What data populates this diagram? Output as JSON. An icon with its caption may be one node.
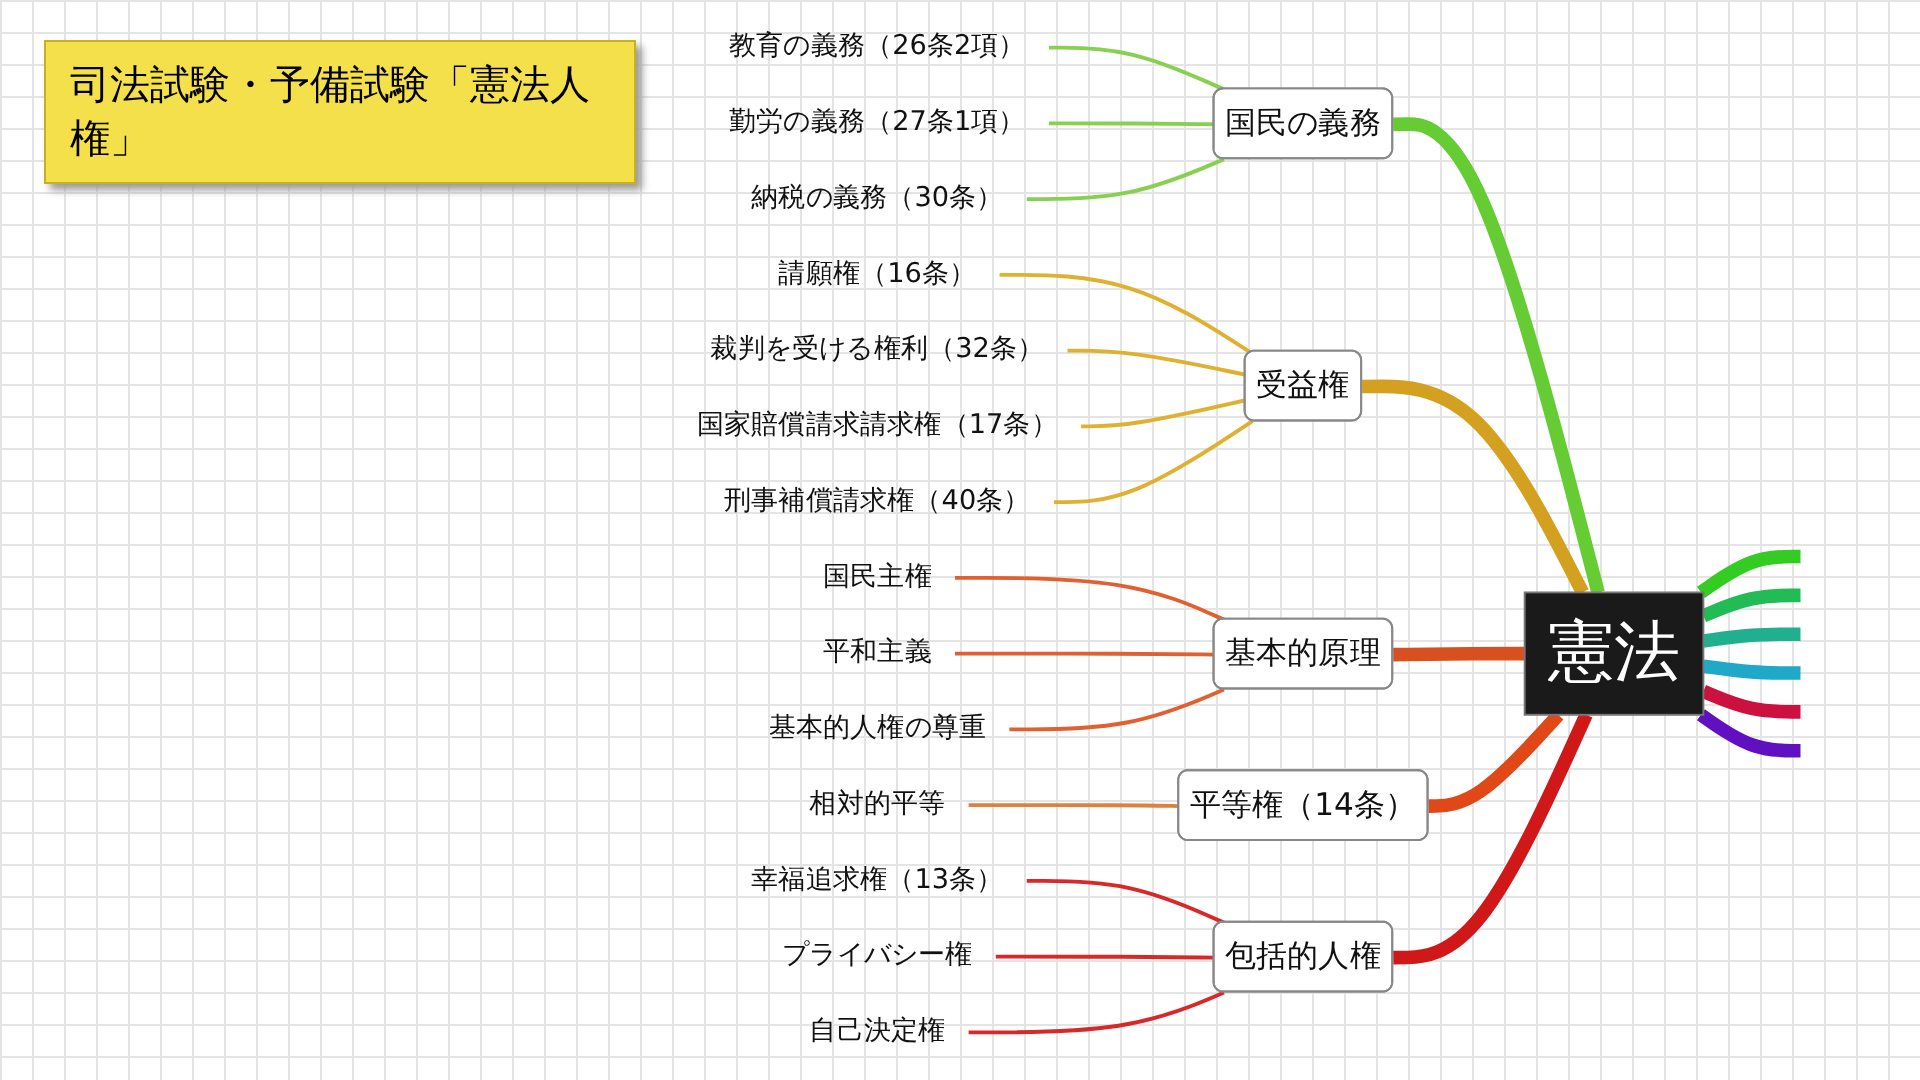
{
  "diagram": {
    "title": "司法試験・予備試験「憲法人権」",
    "nodes": [
      {
        "text": [
          "憲法"
        ]
      },
      {
        "text": [
          "国民の義務"
        ]
      },
      {
        "text": [
          "教育の義務（26条2項）"
        ]
      },
      {
        "text": [
          "勤労の義務（27条1項）"
        ]
      },
      {
        "text": [
          "納税の義務（30条）"
        ]
      },
      {
        "text": [
          "受益権"
        ]
      },
      {
        "text": [
          "請願権（16条）"
        ]
      },
      {
        "text": [
          "裁判を受ける権利（32条）"
        ]
      },
      {
        "text": [
          "国家賠償請求請求権（17条）"
        ]
      },
      {
        "text": [
          "刑事補償請求権（40条）"
        ]
      },
      {
        "text": [
          "基本的原理"
        ]
      },
      {
        "text": [
          "国民主権"
        ]
      },
      {
        "text": [
          "平和主義"
        ]
      },
      {
        "text": [
          "基本的人権の尊重"
        ]
      },
      {
        "text": [
          "平等権（14条）"
        ]
      },
      {
        "text": [
          "相対的平等"
        ]
      },
      {
        "text": [
          "包括的人権"
        ]
      },
      {
        "text": [
          "幸福追求権（13条）"
        ]
      },
      {
        "text": [
          "プライバシー権"
        ]
      },
      {
        "text": [
          "自己決定権"
        ]
      }
    ],
    "edges": [
      {
        "from": 0,
        "to": 1,
        "arrow": "none",
        "style": "thick",
        "color": "#66cc33"
      },
      {
        "from": 1,
        "to": 2,
        "arrow": "none",
        "color": "#88d050"
      },
      {
        "from": 1,
        "to": 3,
        "arrow": "none",
        "color": "#88d050"
      },
      {
        "from": 1,
        "to": 4,
        "arrow": "none",
        "color": "#88d050"
      },
      {
        "from": 0,
        "to": 5,
        "arrow": "none",
        "style": "thick",
        "color": "#d4a020"
      },
      {
        "from": 5,
        "to": 6,
        "arrow": "none",
        "color": "#e0b030"
      },
      {
        "from": 5,
        "to": 7,
        "arrow": "none",
        "color": "#e0b030"
      },
      {
        "from": 5,
        "to": 8,
        "arrow": "none",
        "color": "#e0b030"
      },
      {
        "from": 5,
        "to": 9,
        "arrow": "none",
        "color": "#e0b030"
      },
      {
        "from": 0,
        "to": 10,
        "arrow": "none",
        "style": "thick",
        "color": "#d85020"
      },
      {
        "from": 10,
        "to": 11,
        "arrow": "none",
        "color": "#e06030"
      },
      {
        "from": 10,
        "to": 12,
        "arrow": "none",
        "color": "#e06030"
      },
      {
        "from": 10,
        "to": 13,
        "arrow": "none",
        "color": "#e06030"
      },
      {
        "from": 0,
        "to": 14,
        "arrow": "none",
        "style": "thick",
        "color": "#e04818"
      },
      {
        "from": 14,
        "to": 15,
        "arrow": "none",
        "color": "#e08040"
      },
      {
        "from": 0,
        "to": 16,
        "arrow": "none",
        "style": "thick",
        "color": "#d01818"
      },
      {
        "from": 16,
        "to": 17,
        "arrow": "none",
        "color": "#d82828"
      },
      {
        "from": 16,
        "to": 18,
        "arrow": "none",
        "color": "#d82828"
      },
      {
        "from": 16,
        "to": 19,
        "arrow": "none",
        "color": "#d82828"
      },
      {
        "from": 0,
        "to": null,
        "arrow": "none",
        "style": "thick",
        "color": "#33cc22"
      },
      {
        "from": 0,
        "to": null,
        "arrow": "none",
        "style": "thick",
        "color": "#22bb55"
      },
      {
        "from": 0,
        "to": null,
        "arrow": "none",
        "style": "thick",
        "color": "#20b090"
      },
      {
        "from": 0,
        "to": null,
        "arrow": "none",
        "style": "thick",
        "color": "#20a8c8"
      },
      {
        "from": 0,
        "to": null,
        "arrow": "none",
        "style": "thick",
        "color": "#cc1040"
      },
      {
        "from": 0,
        "to": null,
        "arrow": "none",
        "style": "thick",
        "color": "#6010c0"
      }
    ]
  }
}
